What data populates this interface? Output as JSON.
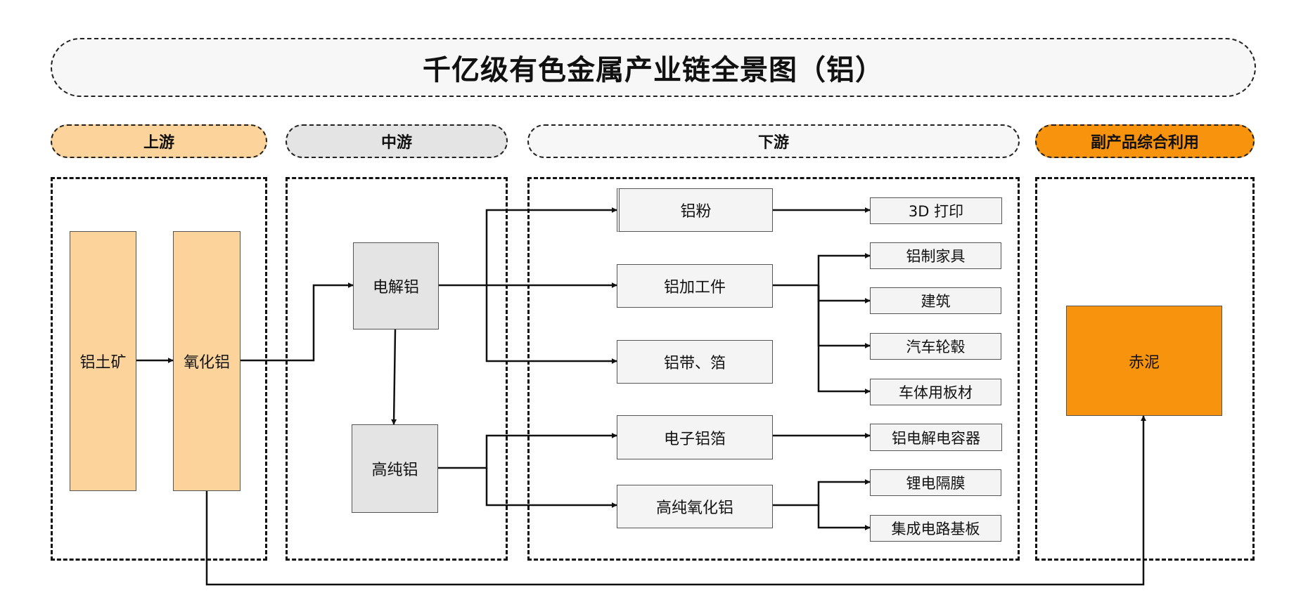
{
  "title": "千亿级有色金属产业链全景图（铝）",
  "headers": {
    "upstream": "上游",
    "midstream": "中游",
    "downstream": "下游",
    "byproduct": "副产品综合利用"
  },
  "nodes": {
    "bauxite": "铝土矿",
    "alumina": "氧化铝",
    "electrolytic_al": "电解铝",
    "high_purity_al": "高纯铝",
    "al_powder": "铝粉",
    "al_parts": "铝加工件",
    "al_strip_foil": "铝带、箔",
    "electronic_foil": "电子铝箔",
    "high_purity_alumina": "高纯氧化铝",
    "print_3d": "3D 打印",
    "al_furniture": "铝制家具",
    "construction": "建筑",
    "car_wheels": "汽车轮毂",
    "body_panels": "车体用板材",
    "capacitor": "铝电解电容器",
    "battery_separator": "锂电隔膜",
    "ic_substrate": "集成电路基板",
    "red_mud": "赤泥"
  },
  "colors": {
    "upstream": "#fcd39b",
    "midstream": "#e4e4e4",
    "downstream": "#f4f4f4",
    "byproduct": "#f7930d"
  }
}
